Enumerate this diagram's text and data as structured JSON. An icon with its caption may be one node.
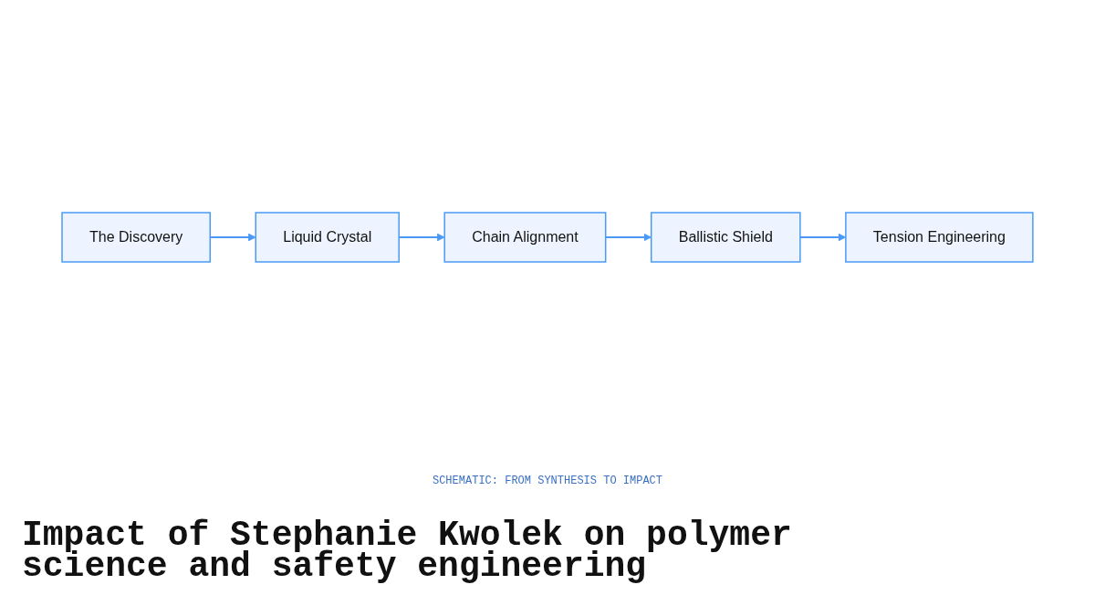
{
  "diagram": {
    "title": "Impact of Stephanie Kwolek on polymer science and safety engineering",
    "nodes": [
      {
        "text": [
          "The Discovery"
        ]
      },
      {
        "text": [
          "Liquid Crystal"
        ]
      },
      {
        "text": [
          "Chain Alignment"
        ]
      },
      {
        "text": [
          "Ballistic Shield"
        ]
      },
      {
        "text": [
          "Tension Engineering"
        ]
      }
    ],
    "edges": [
      {
        "from": 0,
        "to": 1,
        "arrow": "to"
      },
      {
        "from": 1,
        "to": 2,
        "arrow": "to"
      },
      {
        "from": 2,
        "to": 3,
        "arrow": "to"
      },
      {
        "from": 3,
        "to": 4,
        "arrow": "to"
      }
    ],
    "labels": [
      "SCHEMATIC: FROM SYNTHESIS TO IMPACT"
    ]
  }
}
